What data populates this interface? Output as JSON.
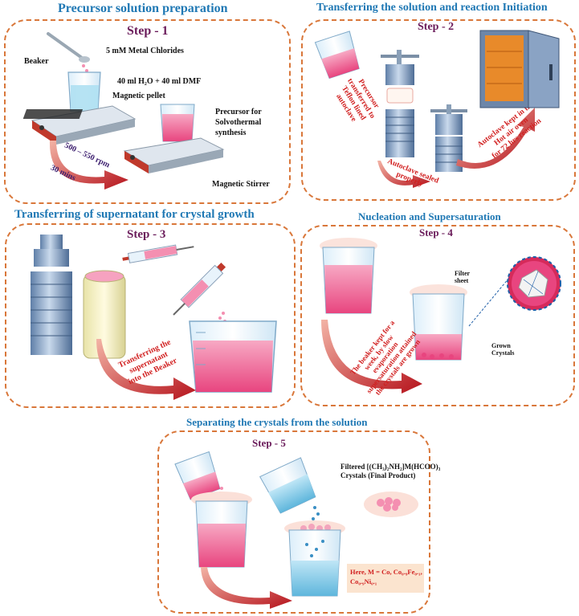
{
  "panel1": {
    "title": "Precursor solution preparation",
    "step": "Step - 1",
    "labels": {
      "beaker": "Beaker",
      "chlorides": "5 mM Metal Chlorides",
      "solvent": "40 ml H₂O + 40 ml DMF",
      "pellet": "Magnetic pellet",
      "precursor_line1": "Precursor for",
      "precursor_line2": "Solvothermal",
      "precursor_line3": "synthesis",
      "stirrer": "Magnetic Stirrer",
      "rpm": "500 – 550 rpm",
      "time": "30 mins"
    }
  },
  "panel2": {
    "title": "Transferring the solution and reaction Initiation",
    "step": "Step - 2",
    "labels": {
      "transfer_line1": "Precursor",
      "transfer_line2": "transferred to",
      "transfer_line3": "Teflon lined",
      "transfer_line4": "autoclave",
      "sealed_line1": "Autoclave sealed",
      "sealed_line2": "properly",
      "oven_line1": "Autoclave kept in the",
      "oven_line2": "Hot air oven",
      "oven_line3": "for 72 hrs reaction"
    }
  },
  "panel3": {
    "title": "Transferring of supernatant for crystal growth",
    "step": "Step - 3",
    "labels": {
      "transfer_line1": "Transferring the",
      "transfer_line2": "supernatant",
      "transfer_line3": "into the Beaker"
    }
  },
  "panel4": {
    "title": "Nucleation and Supersaturation",
    "step": "Step - 4",
    "labels": {
      "filter_line1": "Filter",
      "filter_line2": "sheet",
      "grown_line1": "Grown",
      "grown_line2": "Crystals",
      "kept_line1": "The beaker kept for a",
      "kept_line2": "week, by slow",
      "kept_line3": "evaporation",
      "kept_line4": "supersaturation attained",
      "kept_line5": "the crystals are grown"
    }
  },
  "panel5": {
    "title": "Separating the crystals from the solution",
    "step": "Step - 5",
    "labels": {
      "filtered_line1": "Filtered [(CH₃)₂NH₂]M(HCOO)₃",
      "filtered_line2": "Crystals (Final Product)",
      "here_line1": "Here, M = Co, Co₀.₉Fe₀.₁,",
      "here_line2": "Co₀.₉Ni₀.₁"
    }
  },
  "colors": {
    "title_blue": "#1f78b4",
    "step_purple": "#6a1b5a",
    "border_orange": "#d9773a",
    "arrow_red": "#b5121b",
    "liquid_pink": "#f06c9b"
  }
}
